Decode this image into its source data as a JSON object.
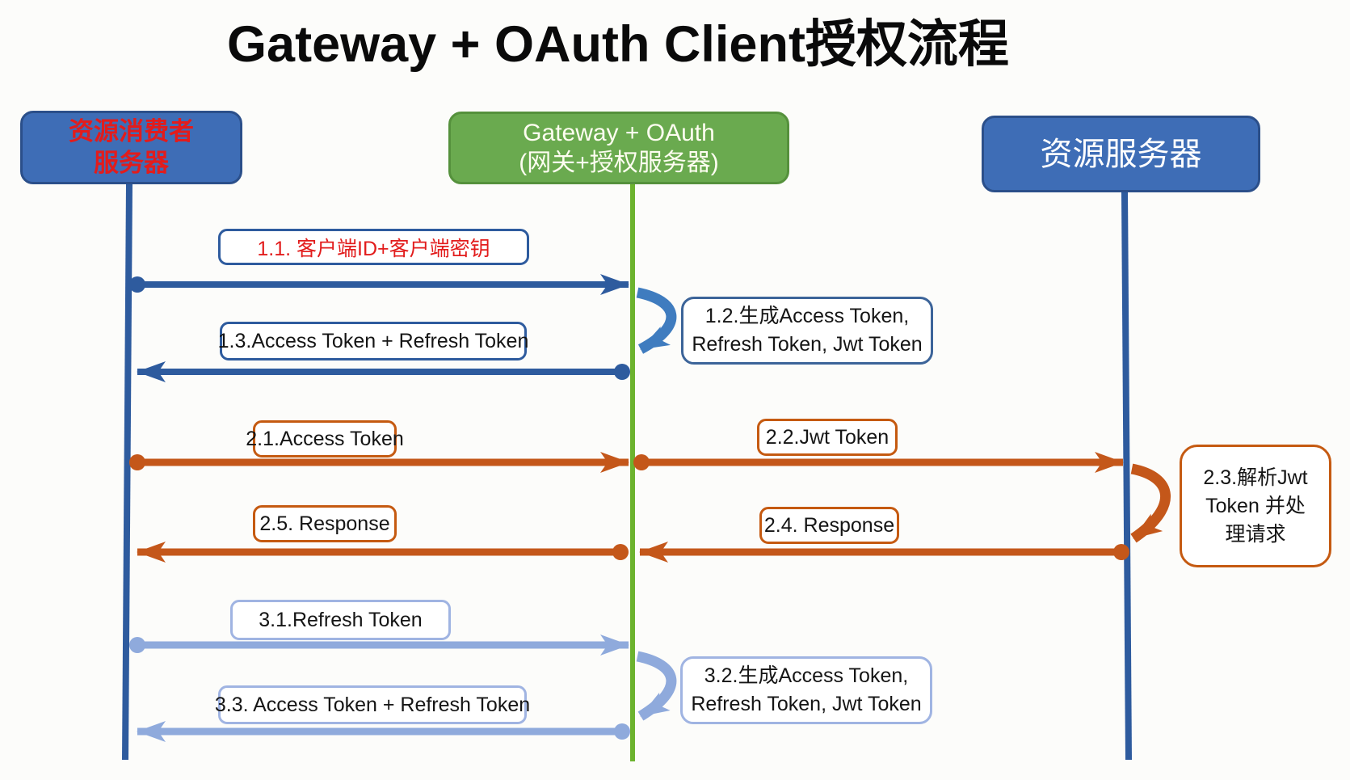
{
  "title": "Gateway + OAuth Client授权流程",
  "colors": {
    "actor_blue_fill": "#3e6db6",
    "actor_blue_border": "#2b4f8a",
    "actor_green_fill": "#6aaa4f",
    "lifeline_blue": "#2e5b9e",
    "lifeline_green": "#6cb32e",
    "arrow_dark_blue": "#2e5b9e",
    "arrow_orange": "#c4571a",
    "arrow_periwinkle": "#8faadc",
    "self_loop_blue": "#3f7cbf",
    "red_text": "#e21c1c"
  },
  "actors": [
    {
      "id": "consumer",
      "lines": [
        "资源消费者",
        "服务器"
      ]
    },
    {
      "id": "gateway",
      "lines": [
        "Gateway + OAuth",
        "(网关+授权服务器)"
      ]
    },
    {
      "id": "resource",
      "lines": [
        "资源服务器"
      ]
    }
  ],
  "messages": [
    {
      "id": "1.1",
      "label": "1.1. 客户端ID+客户端密钥",
      "from": "consumer",
      "to": "gateway"
    },
    {
      "id": "1.3",
      "label": "1.3.Access Token + Refresh Token",
      "from": "gateway",
      "to": "consumer"
    },
    {
      "id": "2.1",
      "label": "2.1.Access Token",
      "from": "consumer",
      "to": "gateway"
    },
    {
      "id": "2.2",
      "label": "2.2.Jwt Token",
      "from": "gateway",
      "to": "resource"
    },
    {
      "id": "2.4",
      "label": "2.4. Response",
      "from": "resource",
      "to": "gateway"
    },
    {
      "id": "2.5",
      "label": "2.5. Response",
      "from": "gateway",
      "to": "consumer"
    },
    {
      "id": "3.1",
      "label": "3.1.Refresh Token",
      "from": "consumer",
      "to": "gateway"
    },
    {
      "id": "3.3",
      "label": "3.3. Access Token + Refresh Token",
      "from": "gateway",
      "to": "consumer"
    }
  ],
  "notes": [
    {
      "id": "1.2",
      "at": "gateway",
      "lines": [
        "1.2.生成Access Token,",
        "Refresh Token, Jwt Token"
      ]
    },
    {
      "id": "2.3",
      "at": "resource",
      "lines": [
        "2.3.解析Jwt",
        "Token 并处",
        "理请求"
      ]
    },
    {
      "id": "3.2",
      "at": "gateway",
      "lines": [
        "3.2.生成Access Token,",
        "Refresh Token, Jwt Token"
      ]
    }
  ]
}
